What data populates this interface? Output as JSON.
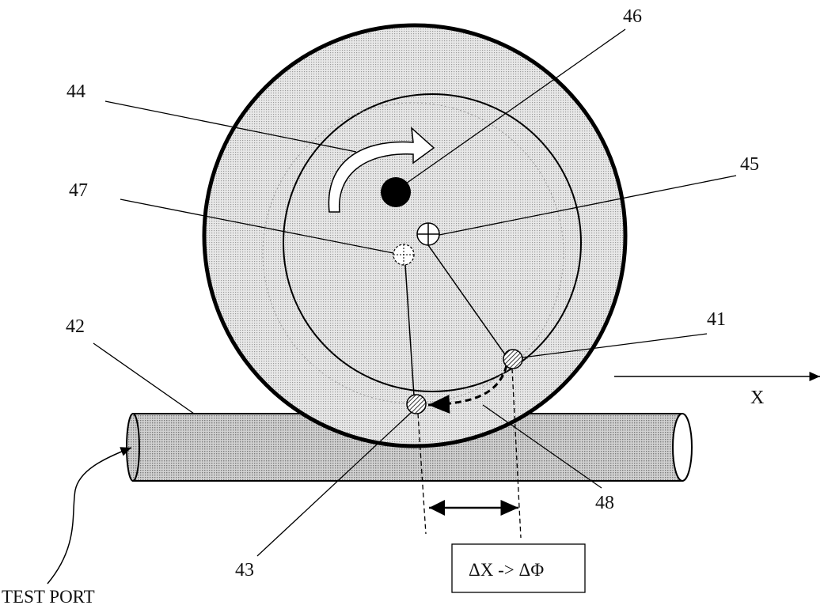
{
  "labels": {
    "n41": "41",
    "n42": "42",
    "n43": "43",
    "n44": "44",
    "n45": "45",
    "n46": "46",
    "n47": "47",
    "n48": "48",
    "x_axis": "X",
    "test_port": "TEST PORT",
    "delta_box": "ΔX -> ΔΦ"
  },
  "colors": {
    "line": "#000000",
    "wheel_fill": "#d4d4d4",
    "tube_fill": "#bdbdbd",
    "hatch": "#555555"
  }
}
